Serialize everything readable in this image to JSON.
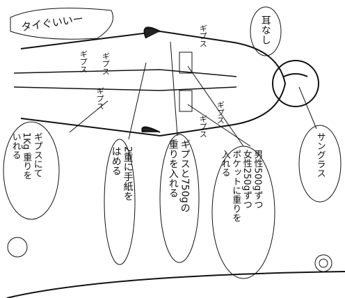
{
  "speech_top": "タイぐいいー",
  "label_men": "耳なし",
  "label_sunglasses": "サングラス",
  "label_bucket_left": "ギプスにて\n1Kg 重りを\nいれる",
  "label_double_tag": "2重に手紙を\nはめる",
  "label_gips": "ギプスと750gの\n重りを入れる",
  "label_weights": "男性500gずつ\n女性250gずつ\nポケットに重りを\n入れる",
  "gips_marks": [
    "ギプス",
    "ギプス",
    "ギプス",
    "ギプス",
    "ギプス",
    "ギプス"
  ],
  "colors": {
    "ink": "#111111",
    "paper": "#ffffff"
  }
}
